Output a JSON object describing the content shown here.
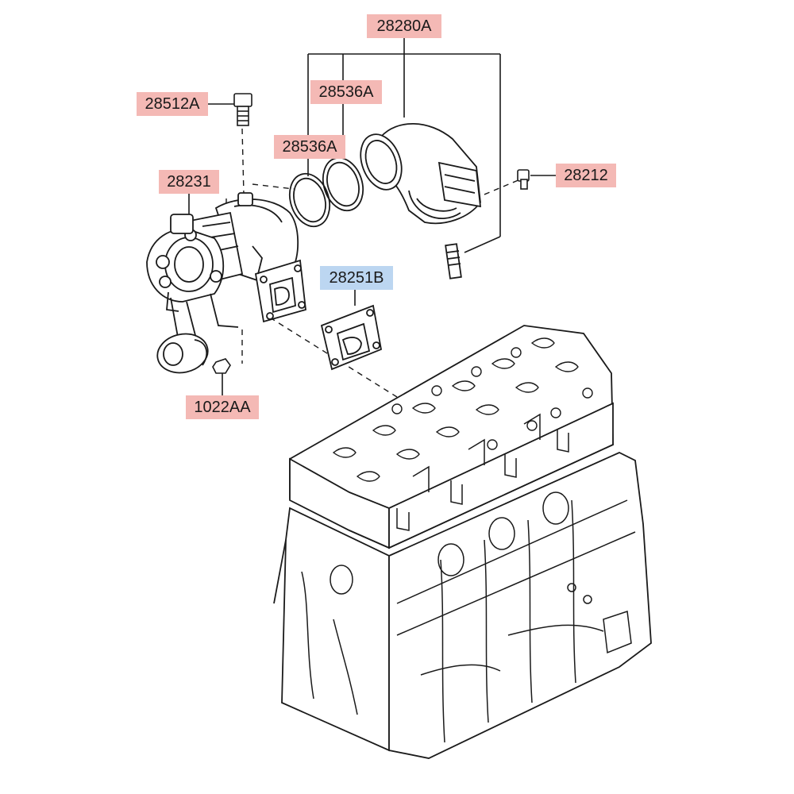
{
  "labels": {
    "turbo_outlet_elbow": "28280A",
    "elbow_ring_gasket_upper": "28536A",
    "elbow_ring_gasket_lower": "28536A",
    "oil_feed_bolt": "28512A",
    "turbocharger": "28231",
    "elbow_bolt": "28212",
    "turbo_manifold_gasket": "28251B",
    "turbo_nut": "1022AA"
  },
  "colors": {
    "label_bg_red": "#f4b9b5",
    "label_bg_blue": "#bcd6f1",
    "line": "#1a1a1a"
  }
}
